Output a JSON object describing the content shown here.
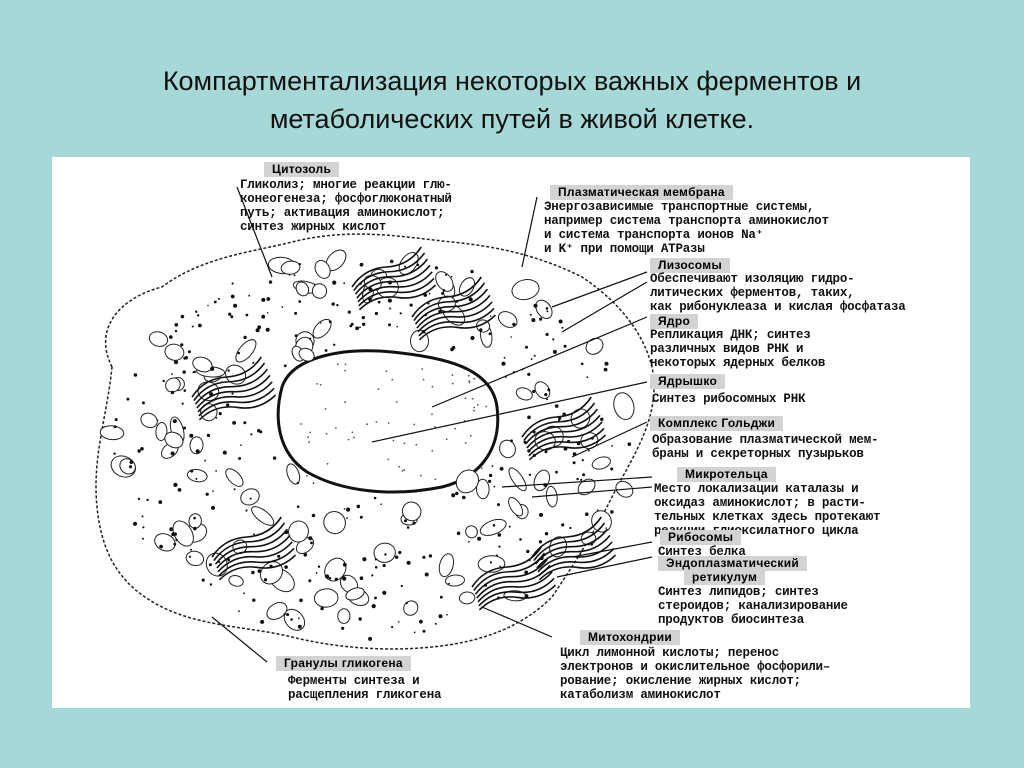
{
  "title": {
    "line1": "Компартментализация некоторых важных ферментов и",
    "line2": "метаболических путей в живой клетке."
  },
  "labels": {
    "cytosol": {
      "header": "Цитозоль",
      "lines": [
        "Гликолиз; многие реакции глю-",
        "конеогенеза; фосфоглюконатный",
        "путь; активация аминокислот;",
        "синтез жирных кислот"
      ]
    },
    "plasma_membrane": {
      "header": "Плазматическая мембрана",
      "lines": [
        "Энергозависимые транспортные системы,",
        "например система транспорта аминокислот",
        "и система транспорта ионов Na⁺",
        "и K⁺ при помощи ATPазы"
      ]
    },
    "lysosomes": {
      "header": "Лизосомы",
      "lines": [
        "Обеспечивают изоляцию гидро-",
        "литических ферментов, таких,",
        "как рибонуклеаза и кислая фосфатаза"
      ]
    },
    "nucleus": {
      "header": "Ядро",
      "lines": [
        "Репликация ДНК; синтез",
        "различных видов РНК и",
        "некоторых ядерных белков"
      ]
    },
    "nucleolus": {
      "header": "Ядрышко",
      "lines": [
        "Синтез рибосомных РНК"
      ]
    },
    "golgi": {
      "header": "Комплекс Гольджи",
      "lines": [
        "Образование плазматической мем-",
        "браны и секреторных пузырьков"
      ]
    },
    "microbodies": {
      "header": "Микротельца",
      "lines": [
        "Место локализации каталазы и",
        "оксидаз аминокислот; в расти-",
        "тельных клетках здесь протекают",
        "реакции глиоксилатного цикла"
      ]
    },
    "ribosomes": {
      "header": "Рибосомы",
      "lines": [
        "Синтез белка"
      ]
    },
    "er": {
      "header": "Эндоплазматический",
      "header2": "ретикулум",
      "lines": [
        "Синтез липидов; синтез",
        "стероидов; канализирование",
        "продуктов биосинтеза"
      ]
    },
    "mitochondria": {
      "header": "Митохондрии",
      "lines": [
        "Цикл лимонной кислоты; перенос",
        "электронов и окислительное фосфорили–",
        "рование; окисление жирных кислот;",
        "катаболизм аминокислот"
      ]
    },
    "glycogen": {
      "header": "Гранулы гликогена",
      "lines": [
        "Ферменты синтеза и",
        "расщепления гликогена"
      ]
    }
  }
}
